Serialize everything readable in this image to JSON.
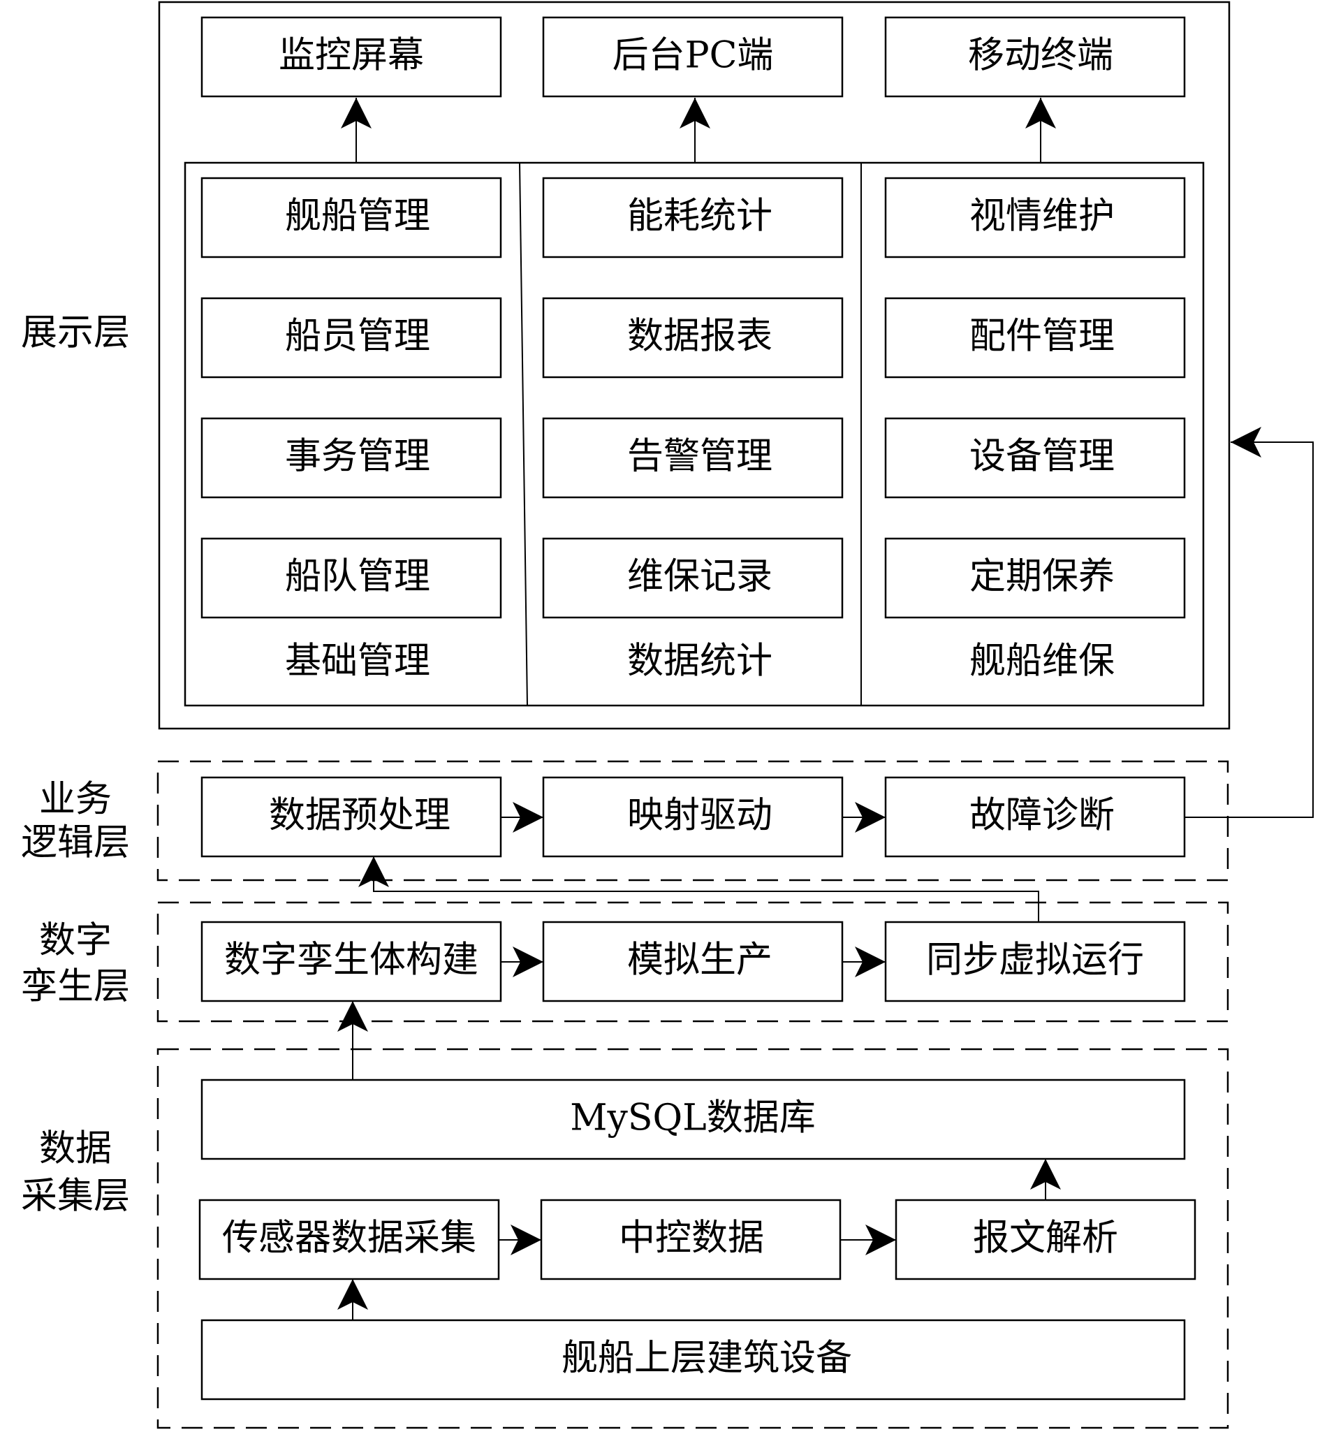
{
  "layers": {
    "presentation": "展示层",
    "business_logic": [
      "业务",
      "逻辑层"
    ],
    "digital_twin": [
      "数字",
      "孪生层"
    ],
    "data_collection": [
      "数据",
      "采集层"
    ]
  },
  "presentation": {
    "terminals": [
      "监控屏幕",
      "后台PC端",
      "移动终端"
    ],
    "groups": [
      {
        "title": "基础管理",
        "items": [
          "舰船管理",
          "船员管理",
          "事务管理",
          "船队管理"
        ]
      },
      {
        "title": "数据统计",
        "items": [
          "能耗统计",
          "数据报表",
          "告警管理",
          "维保记录"
        ]
      },
      {
        "title": "舰船维保",
        "items": [
          "视情维护",
          "配件管理",
          "设备管理",
          "定期保养"
        ]
      }
    ]
  },
  "business_logic": [
    "数据预处理",
    "映射驱动",
    "故障诊断"
  ],
  "digital_twin": [
    "数字孪生体构建",
    "模拟生产",
    "同步虚拟运行"
  ],
  "data_collection": {
    "database": "MySQL数据库",
    "sources": [
      "传感器数据采集",
      "中控数据",
      "报文解析"
    ],
    "equipment": "舰船上层建筑设备"
  }
}
